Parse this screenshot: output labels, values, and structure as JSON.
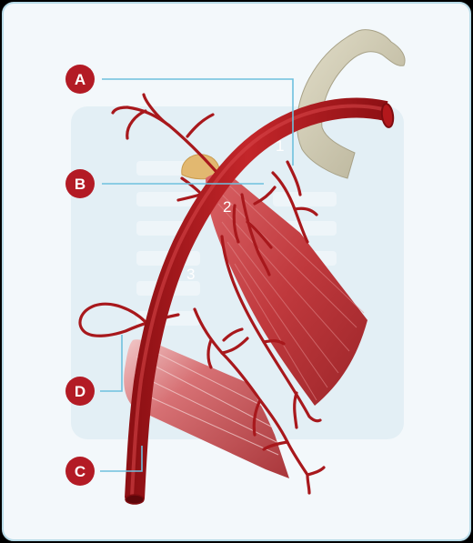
{
  "labels": {
    "a": "A",
    "b": "B",
    "c": "C",
    "d": "D"
  },
  "segments": {
    "first": "1",
    "second": "2",
    "third": "3"
  },
  "colors": {
    "artery": "#b3181c",
    "artery_dark": "#7e0c10",
    "artery_light": "#d9474a",
    "muscle": "#c9484b",
    "muscle_dark": "#9c2a2e",
    "bone": "#d4cfb8",
    "bone_shadow": "#b3ad94",
    "panel_bg": "#f3f8fb",
    "panel_border": "#b8dbe8",
    "backdrop": "#e3eff5",
    "leader_line": "#6ec0de",
    "label_circle": "#b31b25"
  }
}
